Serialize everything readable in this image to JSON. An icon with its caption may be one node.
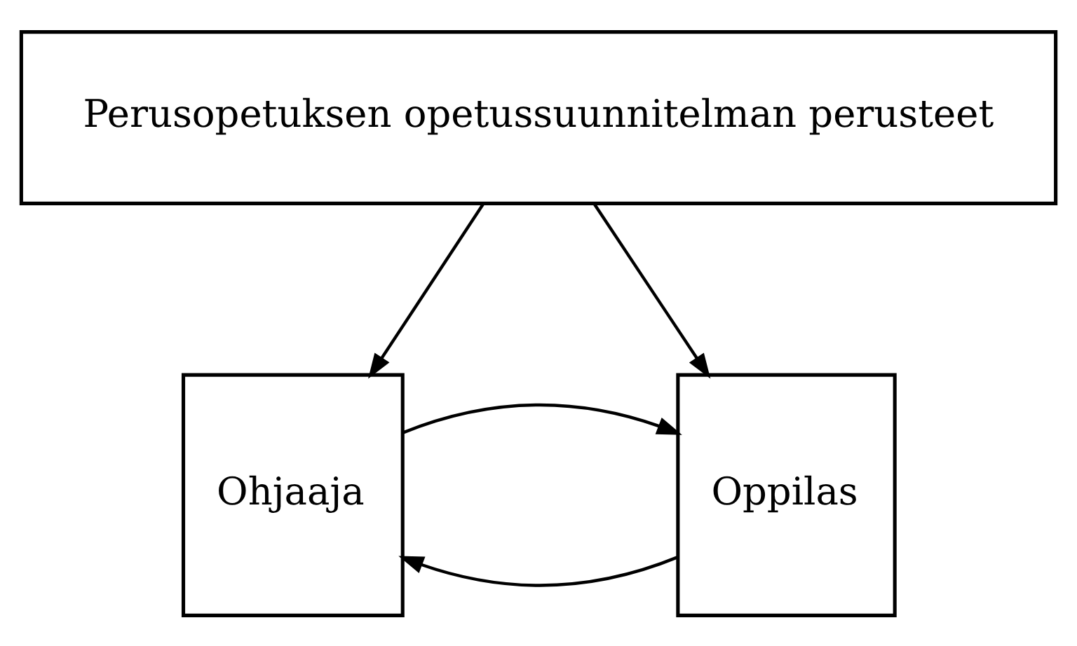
{
  "diagram": {
    "nodes": [
      {
        "text": [
          "Perusopetuksen opetussuunnitelman perusteet"
        ]
      },
      {
        "text": [
          "Ohjaaja"
        ]
      },
      {
        "text": [
          "Oppilas"
        ]
      }
    ],
    "edges": [
      {
        "from": 0,
        "to": 1,
        "arrow": "to"
      },
      {
        "from": 0,
        "to": 2,
        "arrow": "to"
      },
      {
        "from": 2,
        "to": 1,
        "arrow": "to"
      },
      {
        "from": 1,
        "to": 2,
        "arrow": "to"
      }
    ]
  }
}
